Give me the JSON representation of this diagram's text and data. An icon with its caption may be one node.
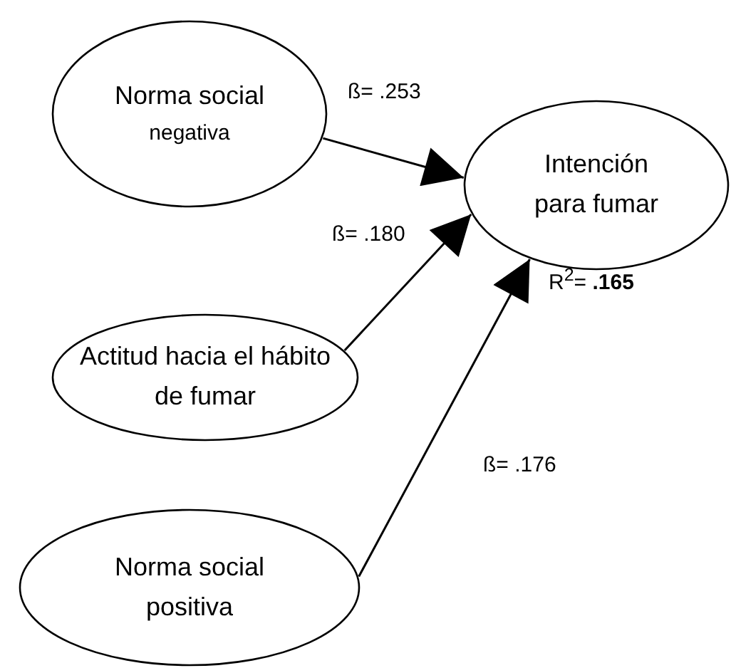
{
  "diagram": {
    "nodes": [
      {
        "text": [
          "Norma social",
          "negativa"
        ]
      },
      {
        "text": [
          "Intención",
          "para fumar"
        ],
        "beside": [
          "R$^{2}$= **.165**"
        ]
      },
      {
        "text": [
          "Actitud hacia el hábito de fumar"
        ]
      },
      {
        "text": [
          "Norma social",
          "positiva"
        ]
      }
    ],
    "edges": [
      {
        "from": 0,
        "to": 1,
        "arrow": "to",
        "label": "ß= .253"
      },
      {
        "from": 2,
        "to": 1,
        "arrow": "to",
        "label": "ß= .180"
      },
      {
        "from": 3,
        "to": 1,
        "arrow": "to",
        "label": "ß= .176"
      }
    ]
  }
}
